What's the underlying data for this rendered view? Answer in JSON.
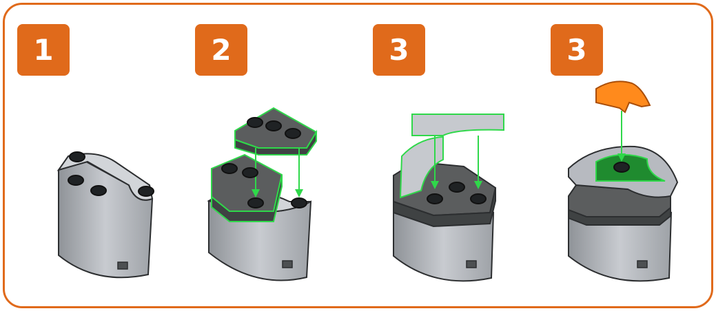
{
  "colors": {
    "border": "#e06a1b",
    "badge_fill": "#e06a1b",
    "badge_text": "#ffffff",
    "brick_light": "#b7bac0",
    "brick_dark": "#5b5d5e",
    "stud_black": "#1f2224",
    "arrow_green": "#2fd84a",
    "highlight_green": "#1f8b2f",
    "accent_orange": "#ff8a1c"
  },
  "steps": [
    {
      "label": "1",
      "icon": "curved-wall-brick"
    },
    {
      "label": "2",
      "icon": "wedge-plates-assembly"
    },
    {
      "label": "3",
      "icon": "curved-tile-placement"
    },
    {
      "label": "3",
      "icon": "orange-cap-placement"
    }
  ]
}
